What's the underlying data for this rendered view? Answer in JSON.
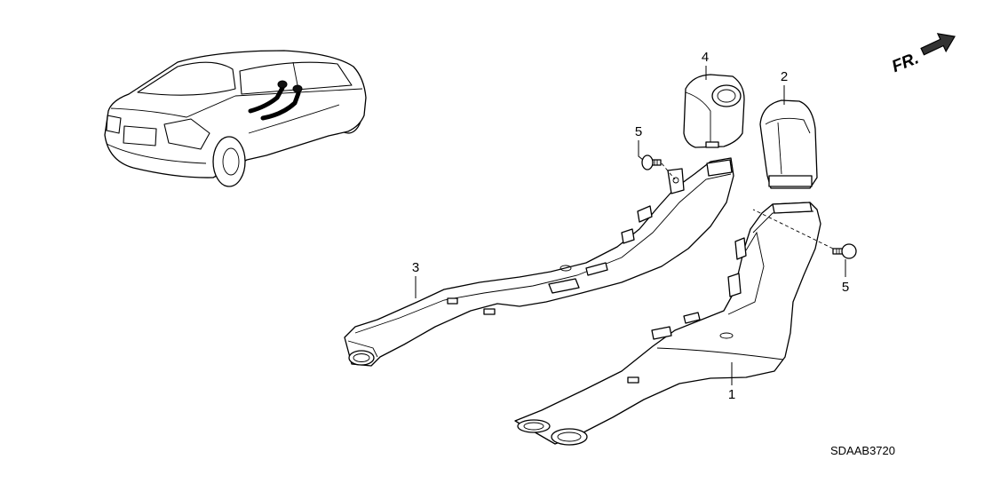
{
  "diagram": {
    "front_indicator": "FR.",
    "diagram_code": "SDAAB3720",
    "callouts": [
      {
        "label": "1"
      },
      {
        "label": "2"
      },
      {
        "label": "3"
      },
      {
        "label": "4"
      },
      {
        "label": "5"
      },
      {
        "label": "5"
      }
    ]
  },
  "colors": {
    "line": "#000000",
    "background": "#ffffff"
  }
}
